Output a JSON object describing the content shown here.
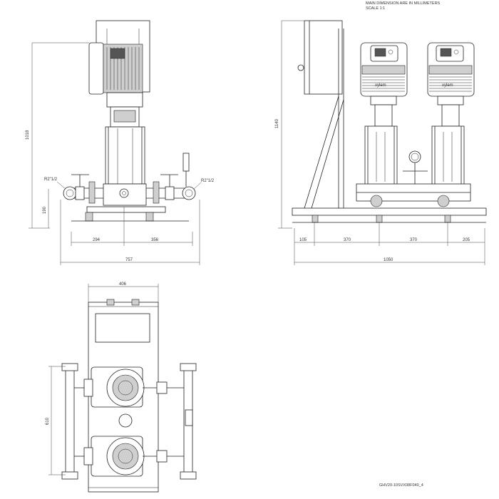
{
  "header": {
    "note_line1": "MAIN DIMENSION ARE IN MILLIMETERS",
    "note_line2": "SCALE 1:1"
  },
  "front_view": {
    "dim_height_total": "1018",
    "dim_height_inlet": "190",
    "dim_left": "294",
    "dim_right": "356",
    "dim_width_total": "757",
    "thread_left": "R2\"1/2",
    "thread_right": "R2\"1/2"
  },
  "side_view": {
    "dim_height_total": "1140",
    "dim_seg1": "105",
    "dim_seg2": "370",
    "dim_seg3": "370",
    "dim_seg4": "205",
    "dim_total": "1050",
    "brand_label_1": "xylem",
    "brand_label_2": "xylem"
  },
  "top_view": {
    "dim_width": "406",
    "dim_height": "610"
  },
  "footer": {
    "drawing_code": "GHV20-10SVX08F040_4"
  }
}
